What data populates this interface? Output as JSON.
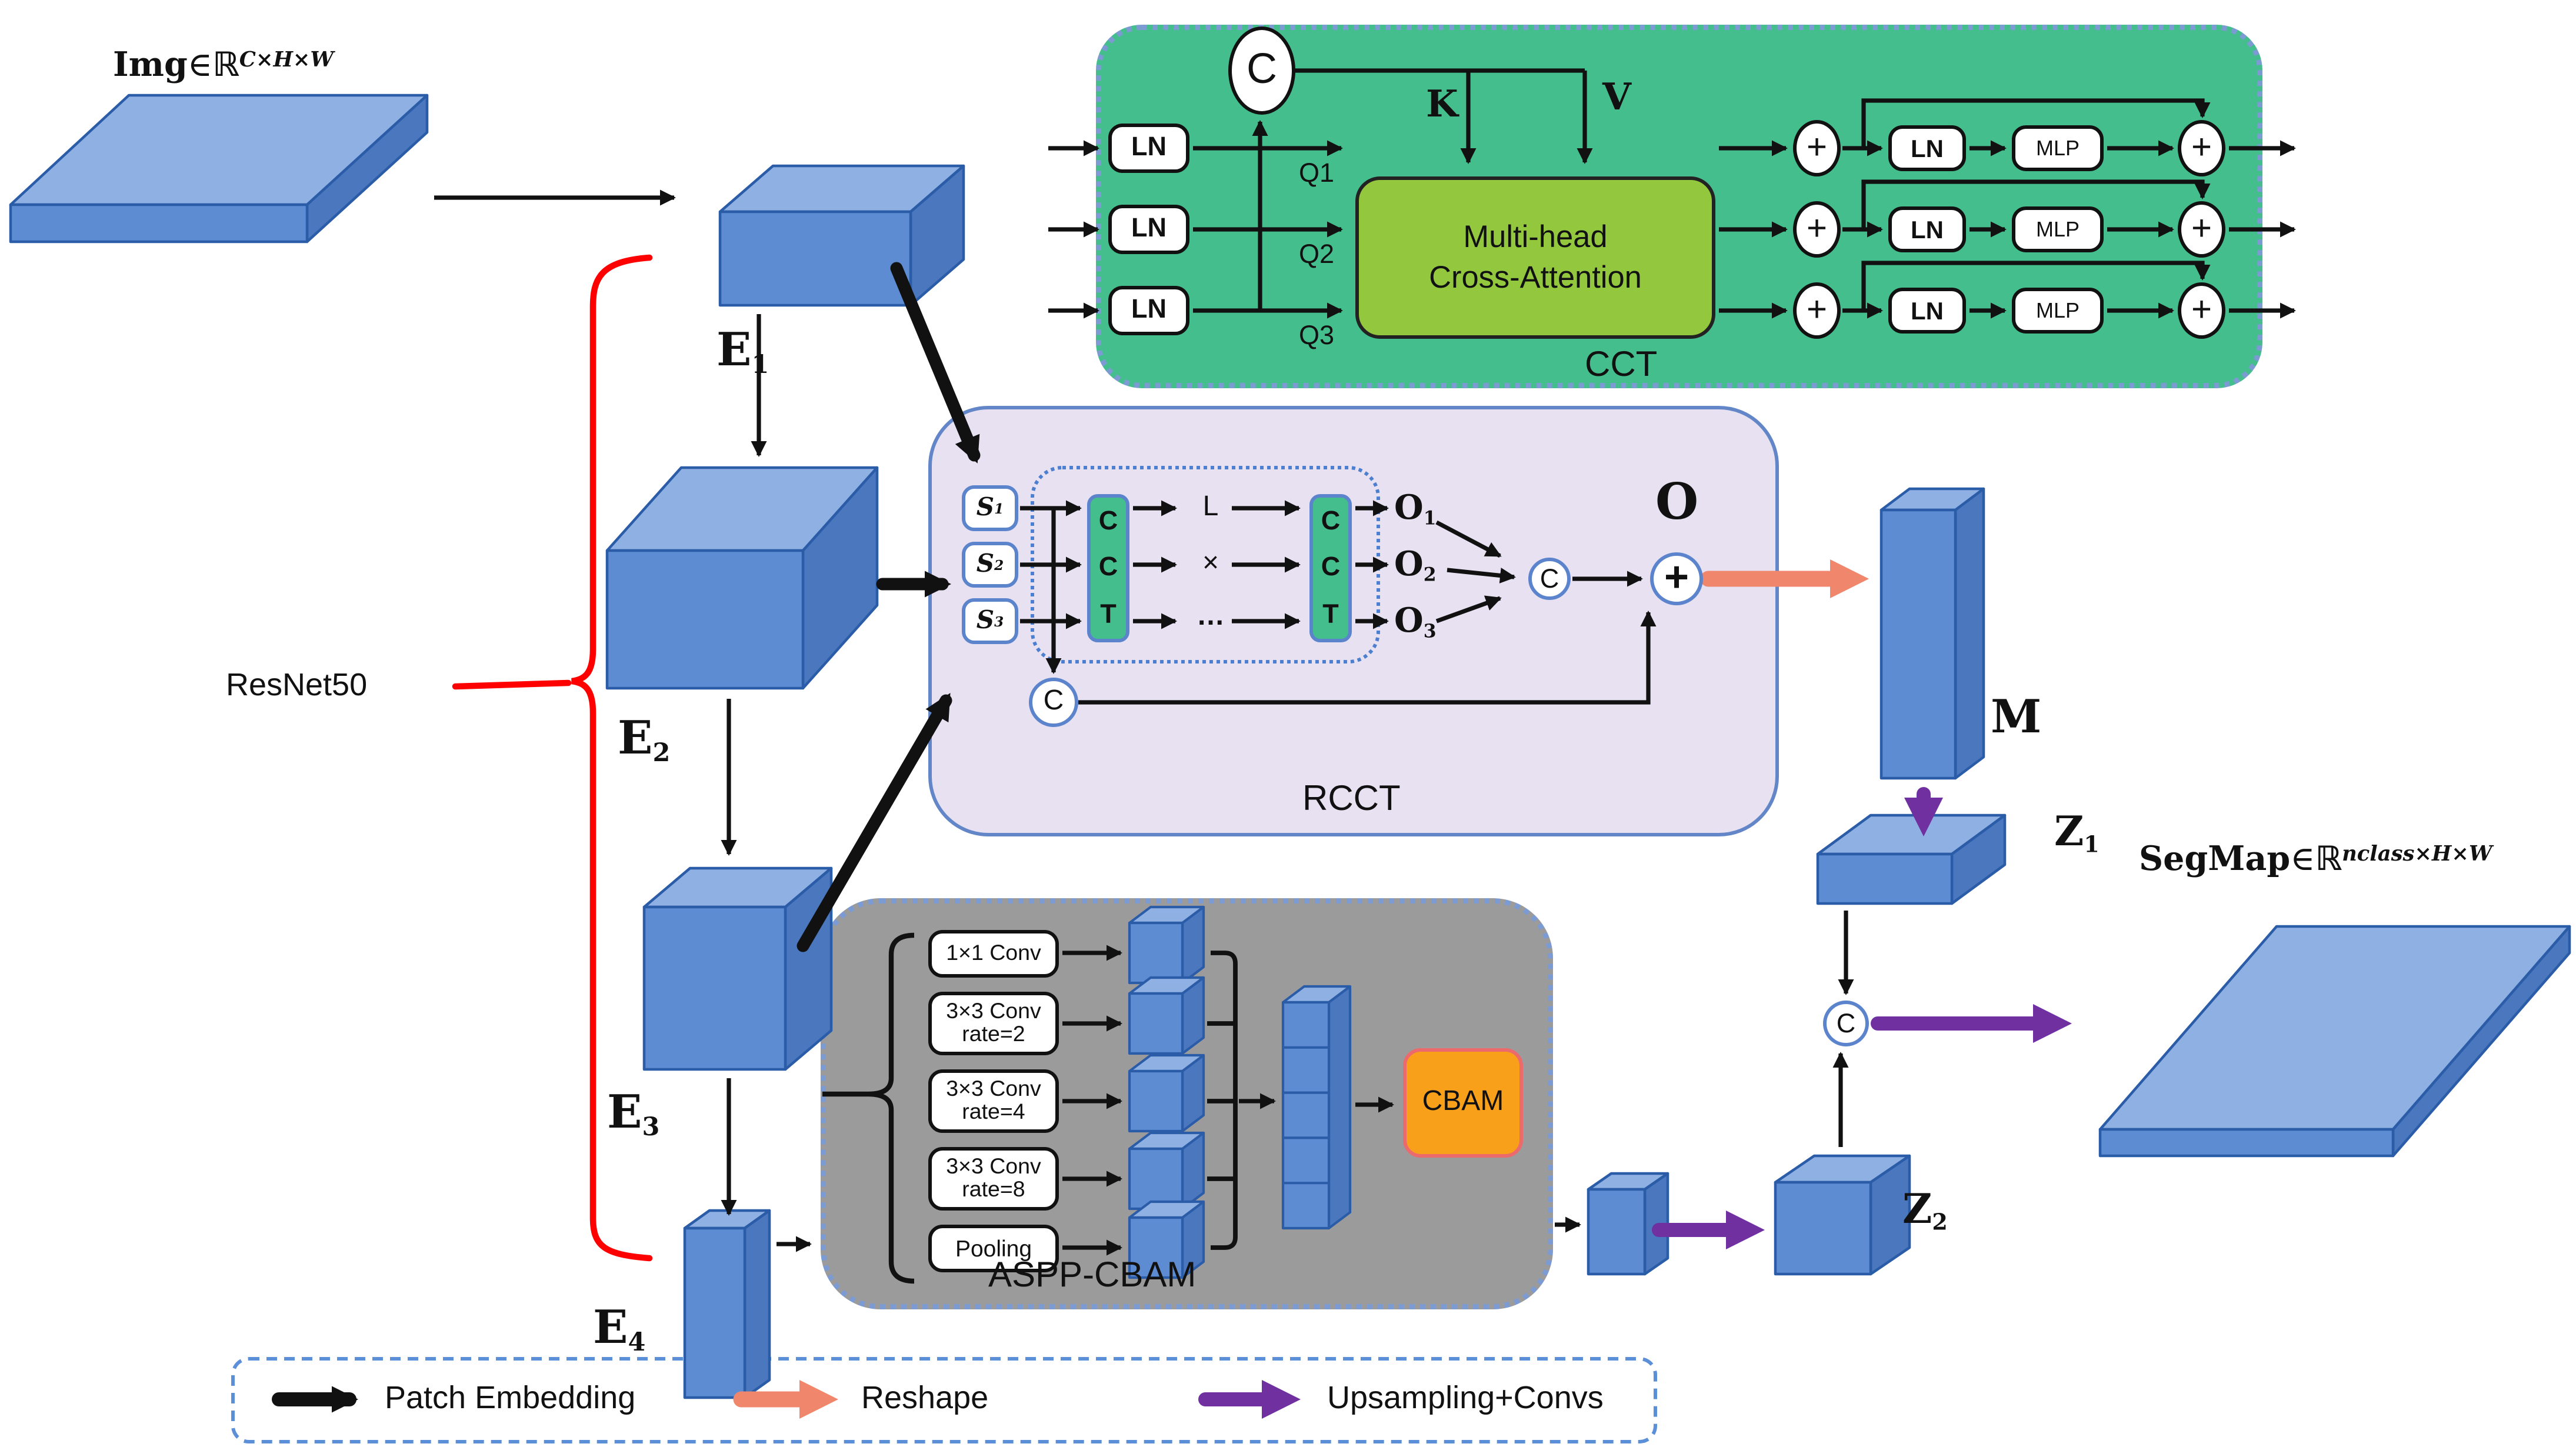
{
  "figure": {
    "type": "architecture-diagram",
    "background": "#ffffff"
  },
  "labels": {
    "img": {
      "name": "Img",
      "member": "∈",
      "r": "ℝ",
      "sup": "C×H×W"
    },
    "segmap": {
      "name": "SegMap",
      "member": "∈",
      "r": "ℝ",
      "sup": "nclass×H×W"
    }
  },
  "encoder": {
    "backbone": "ResNet50",
    "stages": [
      {
        "base": "E",
        "sub": "1"
      },
      {
        "base": "E",
        "sub": "2"
      },
      {
        "base": "E",
        "sub": "3"
      },
      {
        "base": "E",
        "sub": "4"
      }
    ]
  },
  "cct": {
    "title": "CCT",
    "ln": "LN",
    "mlp": "MLP",
    "plus": "+",
    "concat": "C",
    "k": "K",
    "v": "V",
    "queries": [
      "Q1",
      "Q2",
      "Q3"
    ],
    "attention": [
      "Multi-head",
      "Cross-Attention"
    ]
  },
  "rcct": {
    "title": "RCCT",
    "inputs": [
      {
        "base": "S",
        "sub": "1"
      },
      {
        "base": "S",
        "sub": "2"
      },
      {
        "base": "S",
        "sub": "3"
      }
    ],
    "stack": [
      "C",
      "C",
      "T"
    ],
    "mids": [
      "L",
      "×",
      "…"
    ],
    "outputs": [
      {
        "base": "O",
        "sub": "1"
      },
      {
        "base": "O",
        "sub": "2"
      },
      {
        "base": "O",
        "sub": "3"
      }
    ],
    "big_o": "O",
    "concat": "C",
    "plus": "+"
  },
  "aspp": {
    "title": "ASPP-CBAM",
    "branches": [
      [
        "1×1 Conv"
      ],
      [
        "3×3 Conv",
        "rate=2"
      ],
      [
        "3×3 Conv",
        "rate=4"
      ],
      [
        "3×3 Conv",
        "rate=8"
      ],
      [
        "Pooling"
      ]
    ],
    "cbam": "CBAM"
  },
  "decoder": {
    "m": {
      "base": "M",
      "sub": ""
    },
    "z1": {
      "base": "Z",
      "sub": "1"
    },
    "z2": {
      "base": "Z",
      "sub": "2"
    },
    "concat": "C"
  },
  "legend": {
    "items": [
      {
        "label": "Patch Embedding",
        "color": "#111111"
      },
      {
        "label": "Reshape",
        "color": "#F0876C"
      },
      {
        "label": "Upsampling+Convs",
        "color": "#7030A0"
      }
    ]
  },
  "colors": {
    "cube_front": "#5D8CD3",
    "cube_top": "#8FB0E2",
    "cube_side": "#4A77BD",
    "cct_block": "#45BE8E",
    "attention_box": "#93C83E",
    "rcct_block": "#E8E1F2",
    "aspp_block": "#9C9B9C",
    "cbam_box": "#F9A01B",
    "resnet_brace": "#FF0000",
    "reshape_arrow": "#F0876C",
    "upsample_arrow": "#7030A0"
  }
}
